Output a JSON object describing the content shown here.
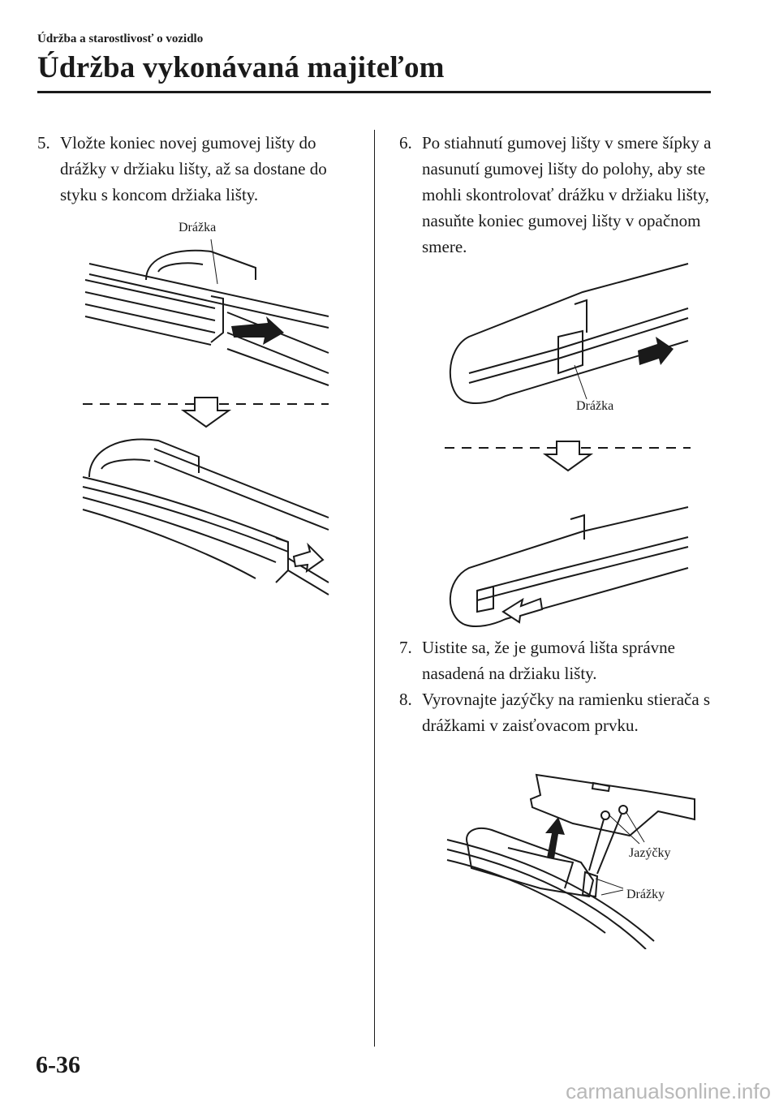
{
  "header": {
    "breadcrumb": "Údržba a starostlivosť o vozidlo",
    "title": "Údržba vykonávaná majiteľom"
  },
  "steps": [
    {
      "number": "5.",
      "text": "Vložte koniec novej gumovej lišty do drážky v držiaku lišty, až sa dostane do styku s koncom držiaka lišty."
    },
    {
      "number": "6.",
      "text": "Po stiahnutí gumovej lišty v smere šípky a nasunutí gumovej lišty do polohy, aby ste mohli skontrolovať drážku v držiaku lišty, nasuňte koniec gumovej lišty v opačnom smere."
    },
    {
      "number": "7.",
      "text": "Uistite sa, že je gumová lišta správne nasadená na držiaku lišty."
    },
    {
      "number": "8.",
      "text": "Vyrovnajte jazýčky na ramienku stierača s drážkami v zaisťovacom prvku."
    }
  ],
  "figure_labels": {
    "groove_left": "Drážka",
    "groove_right": "Drážka",
    "tabs": "Jazýčky",
    "grooves": "Drážky"
  },
  "footer": {
    "page_number": "6-36",
    "watermark": "carmanualsonline.info"
  }
}
